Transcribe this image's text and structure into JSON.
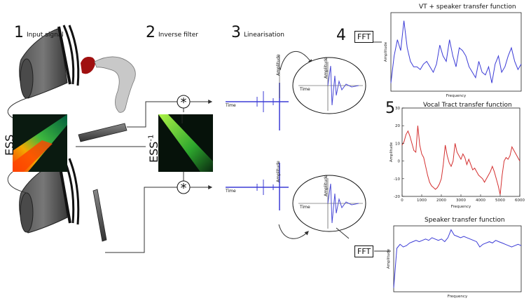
{
  "steps": [
    {
      "num": "1",
      "label": "Input signal"
    },
    {
      "num": "2",
      "label": "Inverse filter"
    },
    {
      "num": "3",
      "label": "Linearisation"
    },
    {
      "num": "4",
      "label": ""
    },
    {
      "num": "5",
      "label": ""
    }
  ],
  "ess": {
    "input": "ESS",
    "inverse_base": "ESS",
    "inverse_exp": "-1"
  },
  "fft_label": "FFT",
  "waveform": {
    "time": "Time",
    "amplitude": "Amplitude"
  },
  "colors": {
    "blue": "#3b3bd6",
    "red": "#d43030",
    "speaker": "#444444"
  },
  "chart_data": [
    {
      "type": "line",
      "title": "VT + speaker transfer function",
      "xlabel": "Frequency",
      "ylabel": "Amplitude",
      "color": "#3b3bd6",
      "x": [
        0,
        150,
        300,
        450,
        600,
        750,
        900,
        1050,
        1200,
        1350,
        1500,
        1650,
        1800,
        1950,
        2100,
        2250,
        2400,
        2550,
        2700,
        2850,
        3000,
        3150,
        3300,
        3450,
        3600,
        3750,
        3900,
        4050,
        4200,
        4350,
        4500,
        4650,
        4800,
        4950,
        5100,
        5250,
        5400,
        5550,
        5700,
        5850,
        6000
      ],
      "y": [
        2,
        12,
        18,
        14,
        25,
        15,
        10,
        8,
        8,
        7,
        9,
        10,
        8,
        6,
        9,
        16,
        12,
        10,
        18,
        12,
        8,
        15,
        14,
        12,
        8,
        6,
        4,
        10,
        6,
        5,
        8,
        2,
        9,
        12,
        6,
        8,
        12,
        15,
        10,
        7,
        9
      ]
    },
    {
      "type": "line",
      "title": "Vocal Tract transfer function",
      "xlabel": "Frequency",
      "ylabel": "Amplitude",
      "color": "#d43030",
      "x": [
        0,
        100,
        200,
        300,
        400,
        500,
        600,
        700,
        800,
        900,
        1000,
        1100,
        1200,
        1300,
        1400,
        1500,
        1600,
        1700,
        1800,
        1900,
        2000,
        2100,
        2200,
        2300,
        2400,
        2500,
        2600,
        2700,
        2800,
        2900,
        3000,
        3100,
        3200,
        3300,
        3400,
        3500,
        3600,
        3700,
        3800,
        3900,
        4000,
        4100,
        4200,
        4300,
        4400,
        4500,
        4600,
        4700,
        4800,
        4900,
        5000,
        5100,
        5200,
        5300,
        5400,
        5500,
        5600,
        5700,
        5800,
        5900,
        6000
      ],
      "y": [
        9,
        11,
        15,
        17,
        14,
        10,
        6,
        5,
        20,
        9,
        4,
        2,
        -3,
        -8,
        -12,
        -14,
        -15,
        -16,
        -15,
        -13,
        -10,
        -2,
        9,
        3,
        -1,
        -3,
        0,
        10,
        5,
        3,
        1,
        4,
        2,
        -2,
        1,
        -2,
        -5,
        -4,
        -6,
        -8,
        -9,
        -10,
        -12,
        -10,
        -8,
        -6,
        -3,
        -6,
        -10,
        -14,
        -19,
        -8,
        0,
        2,
        1,
        3,
        8,
        6,
        4,
        2,
        0
      ],
      "xlim": [
        0,
        6000
      ],
      "ylim": [
        -20,
        30
      ],
      "xticks": [
        "0",
        "1000",
        "2000",
        "3000",
        "4000",
        "5000",
        "6000"
      ],
      "yticks": [
        "30",
        "20",
        "10",
        "0",
        "-10",
        "-20"
      ]
    },
    {
      "type": "line",
      "title": "Speaker transfer function",
      "xlabel": "Frequency",
      "ylabel": "Amplitude",
      "color": "#3b3bd6",
      "x": [
        0,
        150,
        300,
        450,
        600,
        750,
        900,
        1050,
        1200,
        1350,
        1500,
        1650,
        1800,
        1950,
        2100,
        2250,
        2400,
        2550,
        2700,
        2850,
        3000,
        3150,
        3300,
        3450,
        3600,
        3750,
        3900,
        4050,
        4200,
        4350,
        4500,
        4650,
        4800,
        4950,
        5100,
        5250,
        5400,
        5550,
        5700,
        5850,
        6000
      ],
      "y": [
        -30,
        0,
        3,
        1,
        2,
        4,
        5,
        6,
        5,
        6,
        7,
        6,
        8,
        7,
        6,
        7,
        5,
        8,
        14,
        10,
        9,
        8,
        9,
        8,
        7,
        6,
        5,
        1,
        3,
        4,
        5,
        4,
        6,
        5,
        4,
        3,
        2,
        1,
        2,
        3,
        2
      ]
    }
  ]
}
